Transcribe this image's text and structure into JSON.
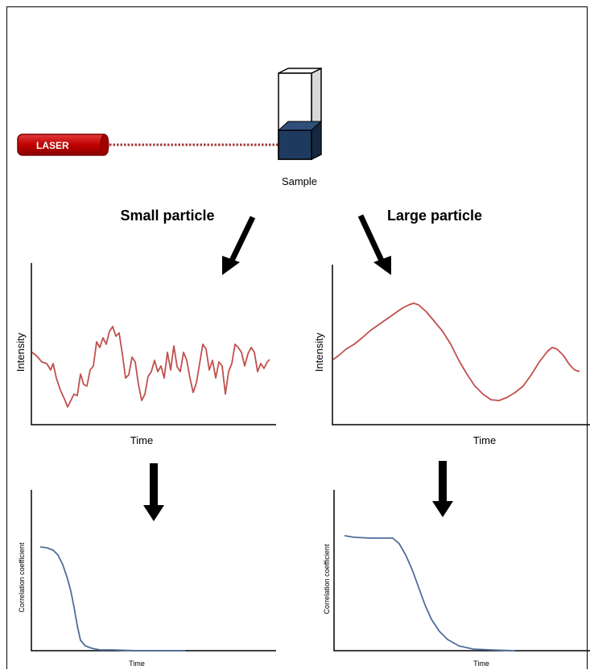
{
  "laser": {
    "label": "LASER",
    "color": "#c00000"
  },
  "sample": {
    "label": "Sample",
    "liquid_color": "#1f3a5f"
  },
  "panels": {
    "small": {
      "heading": "Small particle",
      "intensity_ylabel": "Intensity",
      "intensity_xlabel": "Time",
      "correlation_ylabel": "Correlation coefficient",
      "correlation_xlabel": "Time"
    },
    "large": {
      "heading": "Large particle",
      "intensity_ylabel": "Intensity",
      "intensity_xlabel": "Time",
      "correlation_ylabel": "Correlation coefficient",
      "correlation_xlabel": "Time"
    }
  },
  "colors": {
    "intensity_trace": "#c0504d",
    "correlation_trace": "#4f6d9a",
    "arrow": "#000000"
  }
}
